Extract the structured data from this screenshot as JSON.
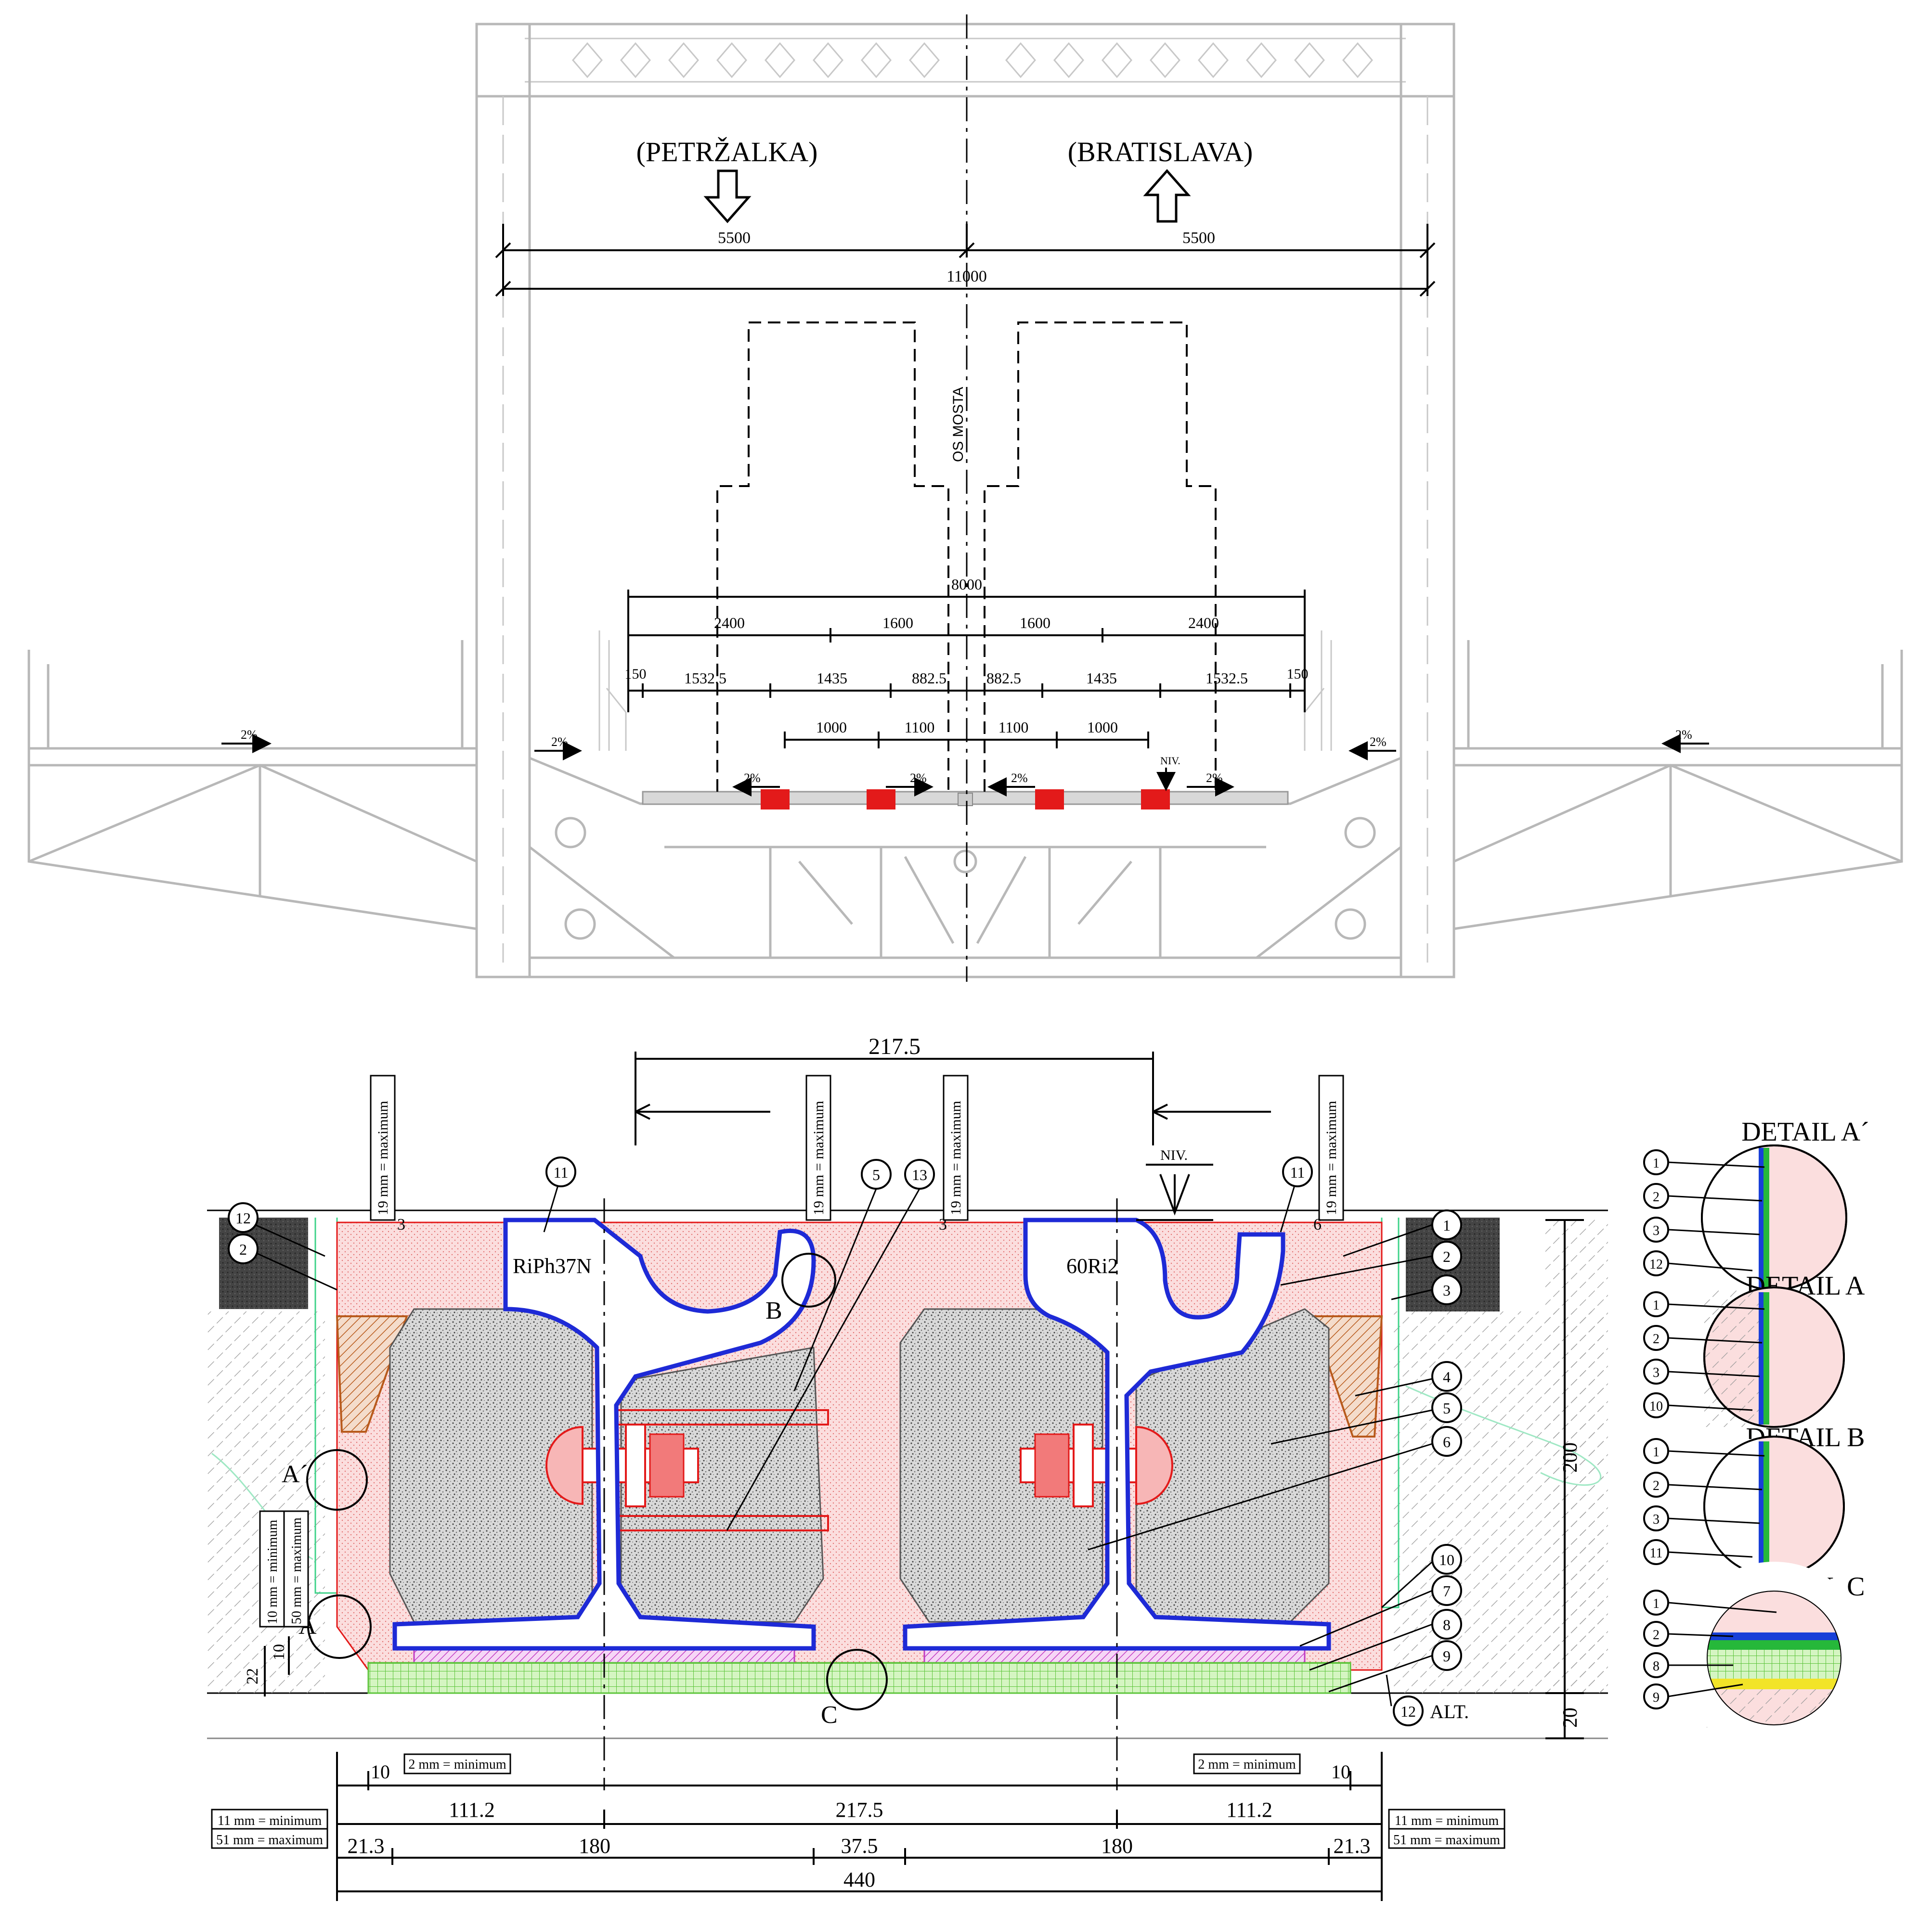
{
  "colors": {
    "rail_outline": "#1e2ad6",
    "elastomer_fill": "#f7caca",
    "accent_red": "#e31a1a",
    "concrete_gray": "#9a9a9a",
    "block_dark": "#3c3c3c",
    "wedge_brown": "#b85a1c",
    "pad_magenta": "#c23bc2",
    "mesh_green": "#8fe06a",
    "layer_blue": "#1840d8",
    "layer_green": "#26b83a",
    "layer_yellow": "#f2e428",
    "structure_gray": "#b8b8b8"
  },
  "top_section": {
    "direction_left": "(PETRŽALKA)",
    "direction_right": "(BRATISLAVA)",
    "half_width_left": "5500",
    "half_width_right": "5500",
    "total_width": "11000",
    "axis_label": "OS MOSTA",
    "deck_width": "8000",
    "spacing_2400_left": "2400",
    "spacing_1600_left": "1600",
    "spacing_1600_right": "1600",
    "spacing_2400_right": "2400",
    "d_150_left": "150",
    "d_1532_left": "1532.5",
    "d_1435_left": "1435",
    "d_882_left": "882.5",
    "d_882_right": "882.5",
    "d_1435_right": "1435",
    "d_1532_right": "1532.5",
    "d_150_right": "150",
    "d_1000_left": "1000",
    "d_1100_left": "1100",
    "d_1100_right": "1100",
    "d_1000_right": "1000",
    "slope": "2%",
    "niv": "NIV."
  },
  "detail_section": {
    "gauge_top": "217.5",
    "max_19": "19 mm = maximum",
    "niv": "NIV.",
    "d_3": "3",
    "d_6": "6",
    "rail_left": "RiPh37N",
    "rail_right": "60Ri2",
    "letter_b": "B",
    "letter_a_prime": "A´",
    "letter_a": "A",
    "letter_c": "C",
    "min_10": "10 mm = minimum",
    "max_50": "50 mm = maximum",
    "d_10": "10",
    "d_22": "22",
    "height_200": "200",
    "height_20": "20",
    "alt": "ALT.",
    "min_2": "2 mm = minimum",
    "d_111_left": "111.2",
    "d_217_bottom": "217.5",
    "d_111_right": "111.2",
    "min_11": "11 mm = minimum",
    "max_51": "51 mm = maximum",
    "d_21_left": "21.3",
    "d_180_left": "180",
    "d_37": "37.5",
    "d_180_right": "180",
    "d_21_right": "21.3",
    "total_440": "440",
    "callouts": [
      "1",
      "2",
      "3",
      "4",
      "5",
      "6",
      "7",
      "8",
      "9",
      "10",
      "11",
      "12",
      "13"
    ]
  },
  "details": {
    "a_prime_title": "DETAIL A´",
    "a_prime_items": [
      "1",
      "2",
      "3",
      "12"
    ],
    "a_title": "DETAIL A",
    "a_items": [
      "1",
      "2",
      "3",
      "10"
    ],
    "b_title": "DETAIL B",
    "b_items": [
      "1",
      "2",
      "3",
      "11"
    ],
    "c_title": "DETAIL C",
    "c_items": [
      "1",
      "2",
      "8",
      "9"
    ]
  }
}
